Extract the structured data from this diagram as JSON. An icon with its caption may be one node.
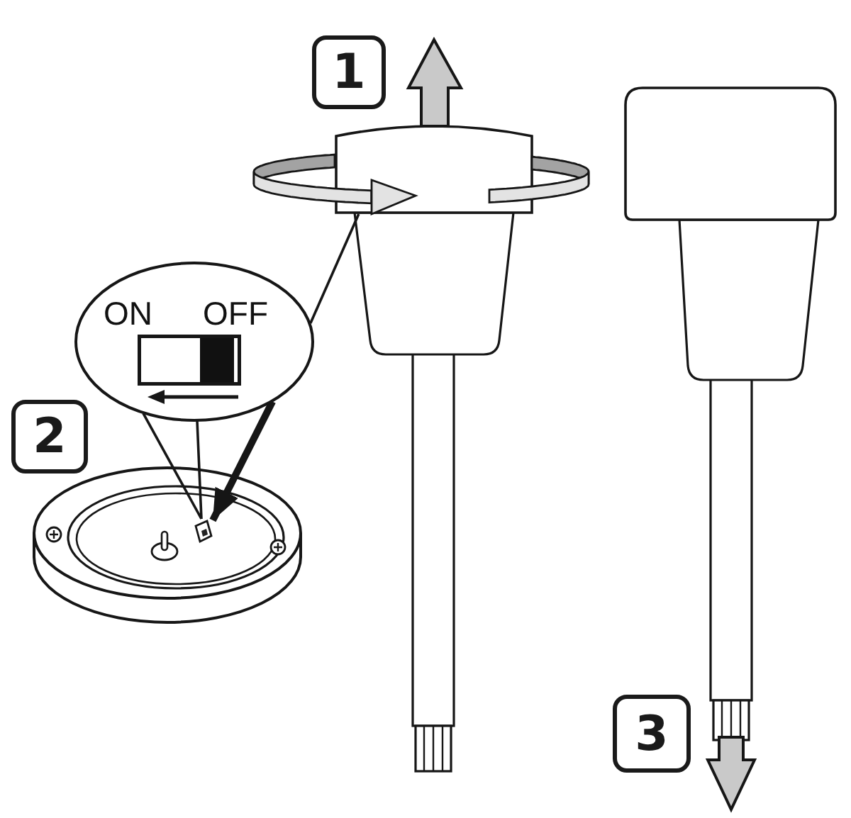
{
  "diagram": {
    "nodes": [
      {
        "text": [],
        "shape": "picture"
      },
      {
        "text": [
          "ON",
          "OFF"
        ]
      },
      {
        "text": [],
        "shape": "picture"
      }
    ],
    "edges": [
      {
        "from": 1,
        "to": 0,
        "arrow": "none"
      },
      {
        "from": 1,
        "to": 2,
        "arrow": "none"
      },
      {
        "from": 1,
        "to": 2,
        "arrow": "to",
        "style": "thick"
      }
    ],
    "labels": [
      "1",
      "2",
      "3"
    ]
  }
}
